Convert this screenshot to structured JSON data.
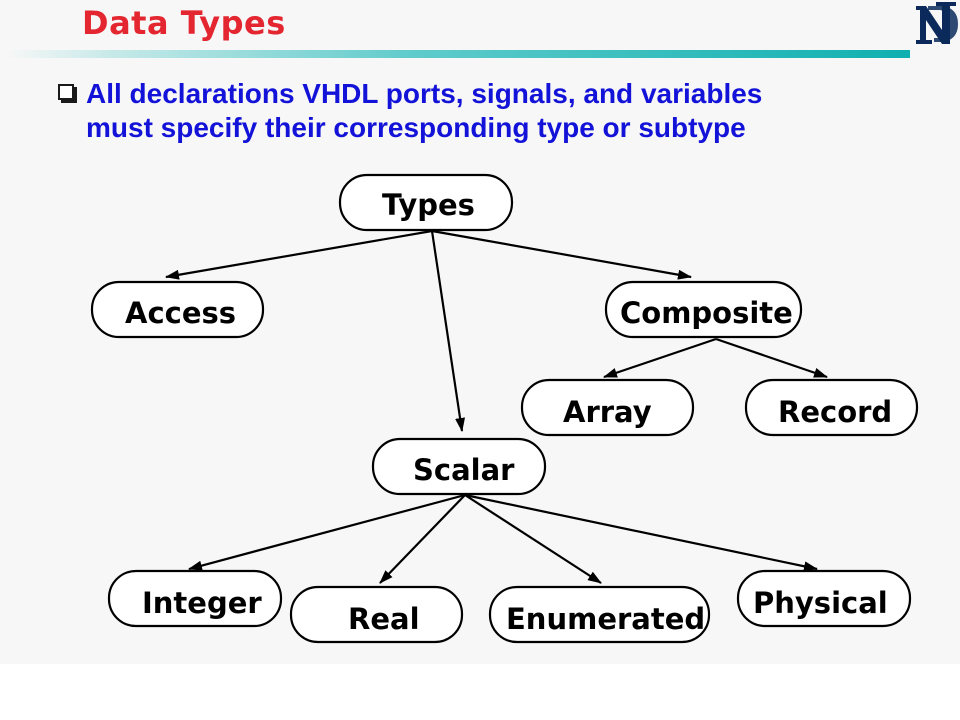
{
  "slide": {
    "title": "Data Types",
    "bullet_lines": [
      "All declarations VHDL ports, signals, and variables",
      "must specify their corresponding type or subtype"
    ]
  },
  "diagram": {
    "nodes": {
      "types": "Types",
      "access": "Access",
      "composite": "Composite",
      "array": "Array",
      "record": "Record",
      "scalar": "Scalar",
      "integer": "Integer",
      "real": "Real",
      "enumerated": "Enumerated",
      "physical": "Physical"
    },
    "edges": [
      {
        "from": "types",
        "to": "access"
      },
      {
        "from": "types",
        "to": "composite"
      },
      {
        "from": "types",
        "to": "scalar"
      },
      {
        "from": "composite",
        "to": "array"
      },
      {
        "from": "composite",
        "to": "record"
      },
      {
        "from": "scalar",
        "to": "integer"
      },
      {
        "from": "scalar",
        "to": "real"
      },
      {
        "from": "scalar",
        "to": "enumerated"
      },
      {
        "from": "scalar",
        "to": "physical"
      }
    ]
  },
  "colors": {
    "title": "#e3262f",
    "bullet_text": "#1212d8",
    "rule": "#0fb0b0",
    "logo": "#0b2a5b"
  }
}
